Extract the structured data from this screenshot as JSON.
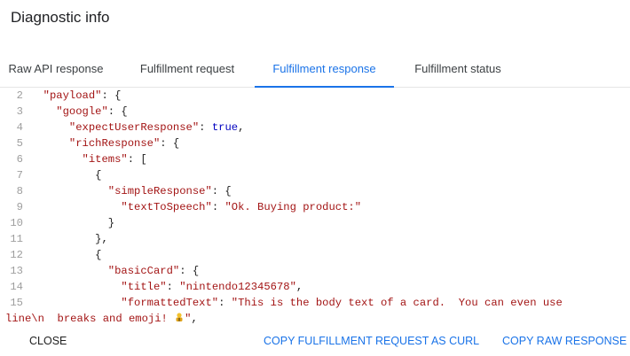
{
  "dialog": {
    "title": "Diagnostic info"
  },
  "tabs": [
    {
      "label": "Raw API response",
      "active": false
    },
    {
      "label": "Fulfillment request",
      "active": false
    },
    {
      "label": "Fulfillment response",
      "active": true
    },
    {
      "label": "Fulfillment status",
      "active": false
    }
  ],
  "code": {
    "line_numbers": [
      "2",
      "3",
      "4",
      "5",
      "6",
      "7",
      "8",
      "9",
      "10",
      "11",
      "12",
      "13",
      "14",
      "15"
    ],
    "lines": [
      [
        [
          "  ",
          "p"
        ],
        [
          "\"payload\"",
          "key"
        ],
        [
          ": {",
          "p"
        ]
      ],
      [
        [
          "    ",
          "p"
        ],
        [
          "\"google\"",
          "key"
        ],
        [
          ": {",
          "p"
        ]
      ],
      [
        [
          "      ",
          "p"
        ],
        [
          "\"expectUserResponse\"",
          "key"
        ],
        [
          ": ",
          "p"
        ],
        [
          "true",
          "bool"
        ],
        [
          ",",
          "p"
        ]
      ],
      [
        [
          "      ",
          "p"
        ],
        [
          "\"richResponse\"",
          "key"
        ],
        [
          ": {",
          "p"
        ]
      ],
      [
        [
          "        ",
          "p"
        ],
        [
          "\"items\"",
          "key"
        ],
        [
          ": [",
          "p"
        ]
      ],
      [
        [
          "          {",
          "p"
        ]
      ],
      [
        [
          "            ",
          "p"
        ],
        [
          "\"simpleResponse\"",
          "key"
        ],
        [
          ": {",
          "p"
        ]
      ],
      [
        [
          "              ",
          "p"
        ],
        [
          "\"textToSpeech\"",
          "key"
        ],
        [
          ": ",
          "p"
        ],
        [
          "\"Ok. Buying product:\"",
          "str"
        ]
      ],
      [
        [
          "            }",
          "p"
        ]
      ],
      [
        [
          "          },",
          "p"
        ]
      ],
      [
        [
          "          {",
          "p"
        ]
      ],
      [
        [
          "            ",
          "p"
        ],
        [
          "\"basicCard\"",
          "key"
        ],
        [
          ": {",
          "p"
        ]
      ],
      [
        [
          "              ",
          "p"
        ],
        [
          "\"title\"",
          "key"
        ],
        [
          ": ",
          "p"
        ],
        [
          "\"nintendo12345678\"",
          "str"
        ],
        [
          ",",
          "p"
        ]
      ],
      [
        [
          "              ",
          "p"
        ],
        [
          "\"formattedText\"",
          "key"
        ],
        [
          ": ",
          "p"
        ],
        [
          "\"This is the body text of a card.  You can even use",
          "str"
        ]
      ],
      [
        [
          "line\\n  breaks and emoji! ",
          "str"
        ],
        [
          "[emoji]",
          "emoji"
        ],
        [
          "\"",
          "str"
        ],
        [
          ",",
          "p"
        ]
      ]
    ]
  },
  "footer": {
    "close_label": "CLOSE",
    "copy_curl_label": "COPY FULFILLMENT REQUEST AS CURL",
    "copy_raw_label": "COPY RAW RESPONSE"
  },
  "colors": {
    "accent": "#1a73e8",
    "key": "#a31515",
    "bool": "#0000c0",
    "gutter": "#9e9e9e"
  }
}
